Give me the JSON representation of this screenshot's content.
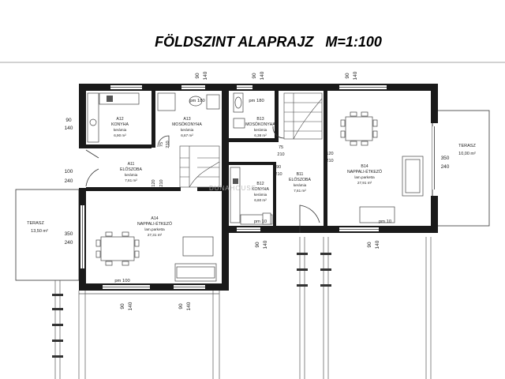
{
  "title": "FÖLDSZINT ALAPRAJZ   M=1:100",
  "watermark": "DUNAHOUSE",
  "rooms": [
    {
      "code": "A12",
      "name": "KONYHA",
      "floor": "kerámia",
      "area": "6,90 m²"
    },
    {
      "code": "A13",
      "name": "MOSÓKONYHA",
      "floor": "kerámia",
      "area": "6,67 m²"
    },
    {
      "code": "A11",
      "name": "ELŐSZOBA",
      "floor": "kerámia",
      "area": "7,61 m²"
    },
    {
      "code": "A14",
      "name": "NAPPALI-ÉTKEZŐ",
      "floor": "lam.parketta",
      "area": "27,31 m²"
    },
    {
      "code": "B13",
      "name": "MOSÓKONYHA",
      "floor": "kerámia",
      "area": "6,38 m²"
    },
    {
      "code": "B12",
      "name": "KONYHA",
      "floor": "kerámia",
      "area": "6,60 m²"
    },
    {
      "code": "B11",
      "name": "ELŐSZOBA",
      "floor": "kerámia",
      "area": "7,61 m²"
    },
    {
      "code": "B14",
      "name": "NAPPALI-ÉTKEZŐ",
      "floor": "lam.parketta",
      "area": "27,91 m²"
    }
  ],
  "terraces": [
    {
      "name": "TERASZ",
      "area": "13,50 m²"
    },
    {
      "name": "TERASZ",
      "area": "10,00 m²"
    }
  ],
  "dims": {
    "w90": "90",
    "h140": "140",
    "w100": "100",
    "h240": "240",
    "w350": "350",
    "w120": "120",
    "h210": "210",
    "w75": "75"
  },
  "sills": {
    "pm180": "pm 180",
    "pm100": "pm 100",
    "pm10": "pm 10"
  }
}
